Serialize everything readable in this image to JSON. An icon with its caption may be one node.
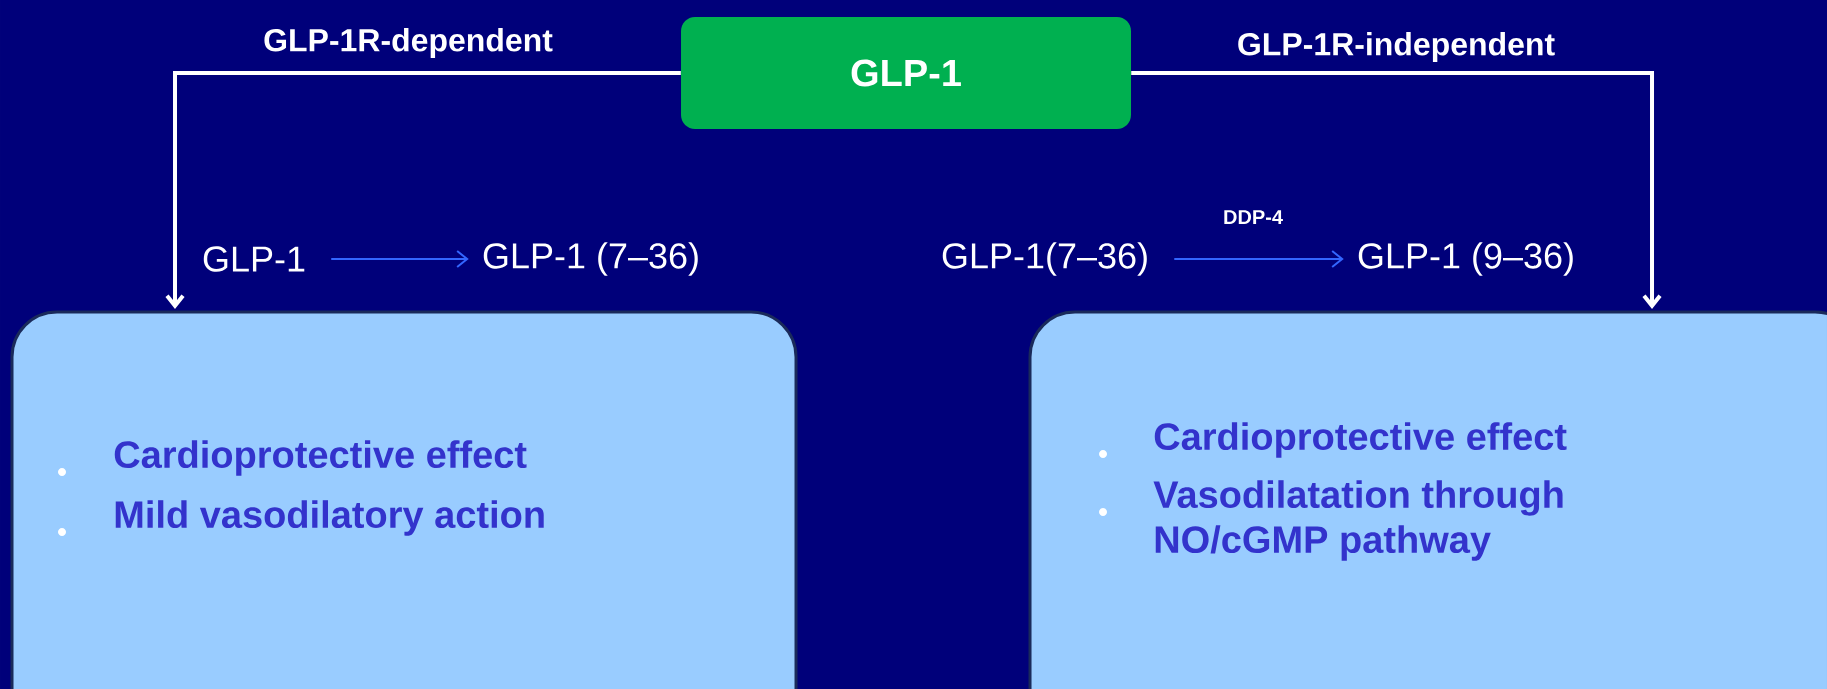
{
  "diagram": {
    "nodes": [
      {
        "text": [
          "GLP-1"
        ]
      },
      {
        "text": [
          "GLP-1"
        ]
      },
      {
        "text": [
          "GLP-1 (7–36)"
        ]
      },
      {
        "text": [
          "GLP-1(7–36)"
        ]
      },
      {
        "text": [
          "GLP-1 (9–36)"
        ]
      },
      {
        "text": [
          "Cardioprotective effect",
          "Mild vasodilatory action"
        ]
      },
      {
        "text": [
          "Cardioprotective effect",
          "Vasodilatation through NO/cGMP pathway"
        ]
      }
    ],
    "edges": [
      {
        "from": 0,
        "to": 5,
        "arrow": "to",
        "label": "GLP-1R-dependent",
        "color": "#ffffff"
      },
      {
        "from": 0,
        "to": 6,
        "arrow": "to",
        "label": "GLP-1R-independent",
        "color": "#ffffff"
      },
      {
        "from": 1,
        "to": 2,
        "arrow": "to",
        "color": "#3366ff"
      },
      {
        "from": 3,
        "to": 4,
        "arrow": "to",
        "label": "DDP-4",
        "color": "#3366ff"
      }
    ]
  }
}
